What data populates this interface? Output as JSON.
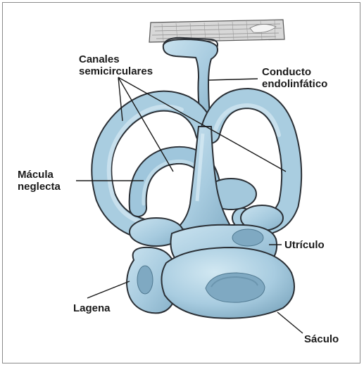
{
  "labels": {
    "canales": [
      "Canales",
      "semicirculares"
    ],
    "conducto": [
      "Conducto",
      "endolinfático"
    ],
    "macula": [
      "Mácula",
      "neglecta"
    ],
    "utriculo": "Utrículo",
    "lagena": "Lagena",
    "saculo": "Sáculo"
  },
  "colors": {
    "tissue_fill": "#a9cde0",
    "tissue_light": "#c8e1ee",
    "tissue_dark": "#7fa9c2",
    "outline": "#2a2f35",
    "leader_line": "#1a1a1a",
    "bone": "#8c8c8c"
  }
}
